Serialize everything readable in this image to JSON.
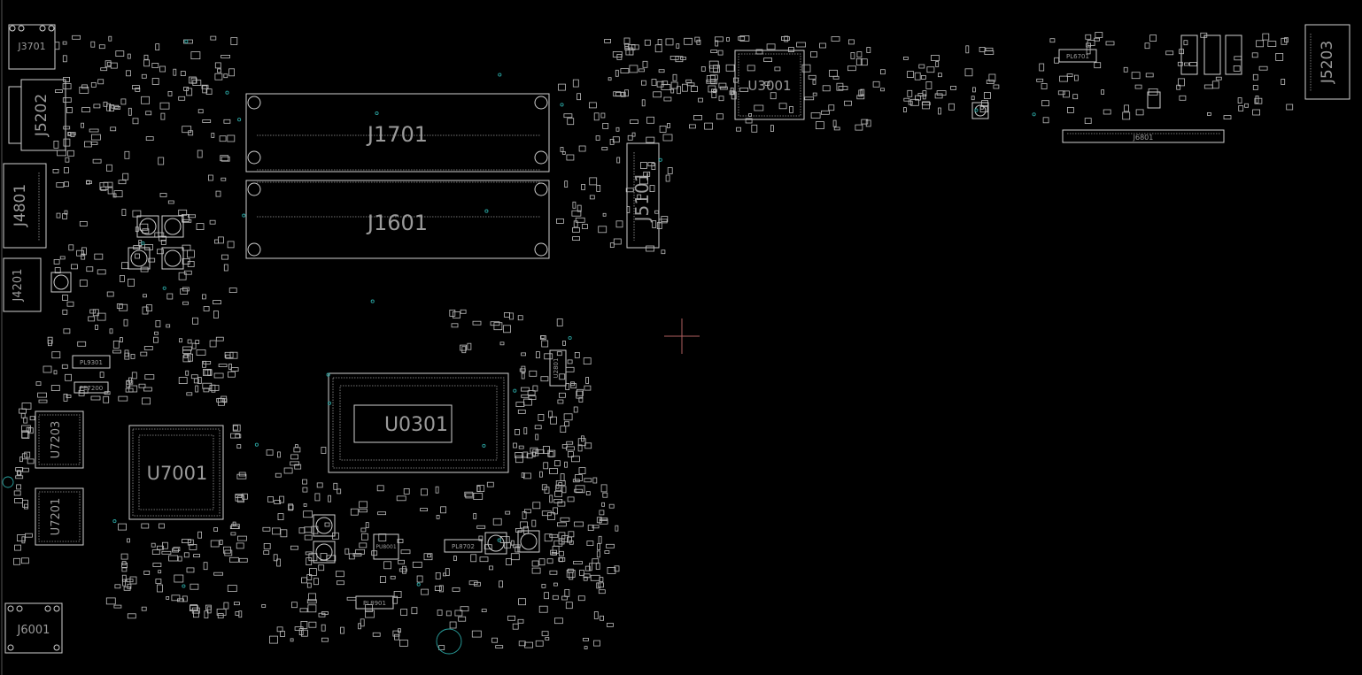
{
  "canvas": {
    "background": "#000000",
    "outline_color": "#cfcfcf",
    "label_color": "#9a9a9a",
    "via_color": "#2aa3a0",
    "cursor_color": "#b06060"
  },
  "components": {
    "j3701": "J3701",
    "j5202": "J5202",
    "j4801": "J4801",
    "j4201": "J4201",
    "j1701": "J1701",
    "j1601": "J1601",
    "j5101": "J5101",
    "u3001": "U3001",
    "j6801": "J6801",
    "j5203": "J5203",
    "u0301": "U0301",
    "u7001": "U7001",
    "u7203": "U7203",
    "u7201": "U7201",
    "j6001": "J6001",
    "pl9301": "PL9301",
    "pe7200": "PE7200",
    "u2801": "U2801",
    "pl8901": "PL8901",
    "pl8702": "PL8702",
    "pl6701": "PL6701",
    "pu8001": "PU8001"
  }
}
